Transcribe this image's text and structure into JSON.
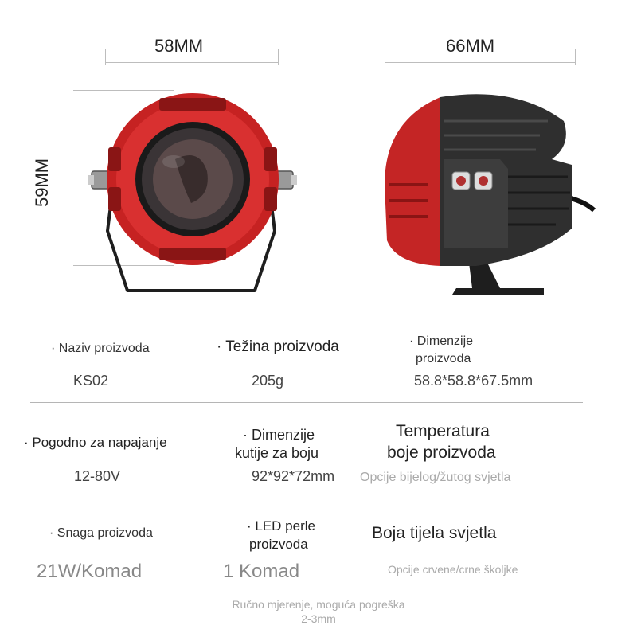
{
  "dimensions": {
    "width_label": "58MM",
    "depth_label": "66MM",
    "height_label": "59MM"
  },
  "specs": {
    "row1": {
      "name_label": "· Naziv proizvoda",
      "name_value": "KS02",
      "weight_label": "· Težina proizvoda",
      "weight_value": "205g",
      "dims_label_1": "· Dimenzije",
      "dims_label_2": "proizvoda",
      "dims_value": "58.8*58.8*67.5mm"
    },
    "row2": {
      "power_label": "· Pogodno za napajanje",
      "power_value": "12-80V",
      "box_label_1": "· Dimenzije",
      "box_label_2": "kutije za boju",
      "box_value": "92*92*72mm",
      "temp_label_1": "Temperatura",
      "temp_label_2": "boje proizvoda",
      "temp_value": "Opcije bijelog/žutog svjetla"
    },
    "row3": {
      "wattage_label": "· Snaga proizvoda",
      "wattage_value": "21W/Komad",
      "led_label_1": "· LED perle",
      "led_label_2": "proizvoda",
      "led_value": "1 Komad",
      "body_color_label": "Boja tijela svjetla",
      "body_color_value": "Opcije crvene/crne školjke"
    },
    "footnote_1": "Ručno mjerenje, moguća pogreška",
    "footnote_2": "2-3mm"
  },
  "colors": {
    "shell_red": "#d42a2a",
    "shell_black": "#2b2b2b"
  }
}
